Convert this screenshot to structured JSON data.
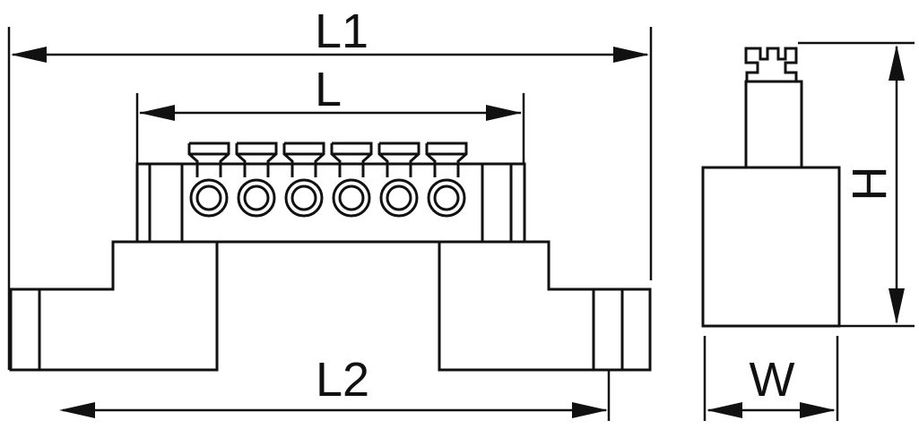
{
  "labels": {
    "l1": "L1",
    "l": "L",
    "l2": "L2",
    "h": "H",
    "w": "W"
  },
  "terminal_count": 6,
  "colors": {
    "line": "#111111",
    "background": "#ffffff"
  }
}
